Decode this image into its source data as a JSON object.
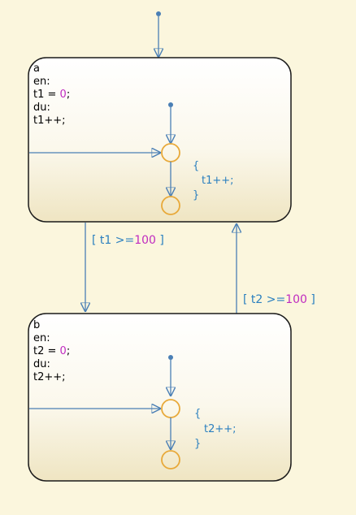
{
  "states": [
    {
      "name": "a",
      "lines": [
        {
          "text": "en:"
        },
        {
          "prefix": "t1 = ",
          "value": "0",
          "suffix": ";"
        },
        {
          "text": "du:"
        },
        {
          "text": "t1++;"
        }
      ],
      "inner": {
        "open": "{",
        "action": "t1++;",
        "close": "}"
      }
    },
    {
      "name": "b",
      "lines": [
        {
          "text": "en:"
        },
        {
          "prefix": "t2 = ",
          "value": "0",
          "suffix": ";"
        },
        {
          "text": "du:"
        },
        {
          "text": "t2++;"
        }
      ],
      "inner": {
        "open": "{",
        "action": "t2++;",
        "close": "}"
      }
    }
  ],
  "transitions": [
    {
      "open": "[ ",
      "var": "t1 >=",
      "value": "100",
      "close": " ]"
    },
    {
      "open": "[ ",
      "var": "t2 >=",
      "value": "100",
      "close": " ]"
    }
  ],
  "colors": {
    "background": "#fbf6dd",
    "arrow": "#4a7fb5",
    "junction": "#e8a93a",
    "numeric": "#c02bc0",
    "condition": "#2a7fbf"
  }
}
